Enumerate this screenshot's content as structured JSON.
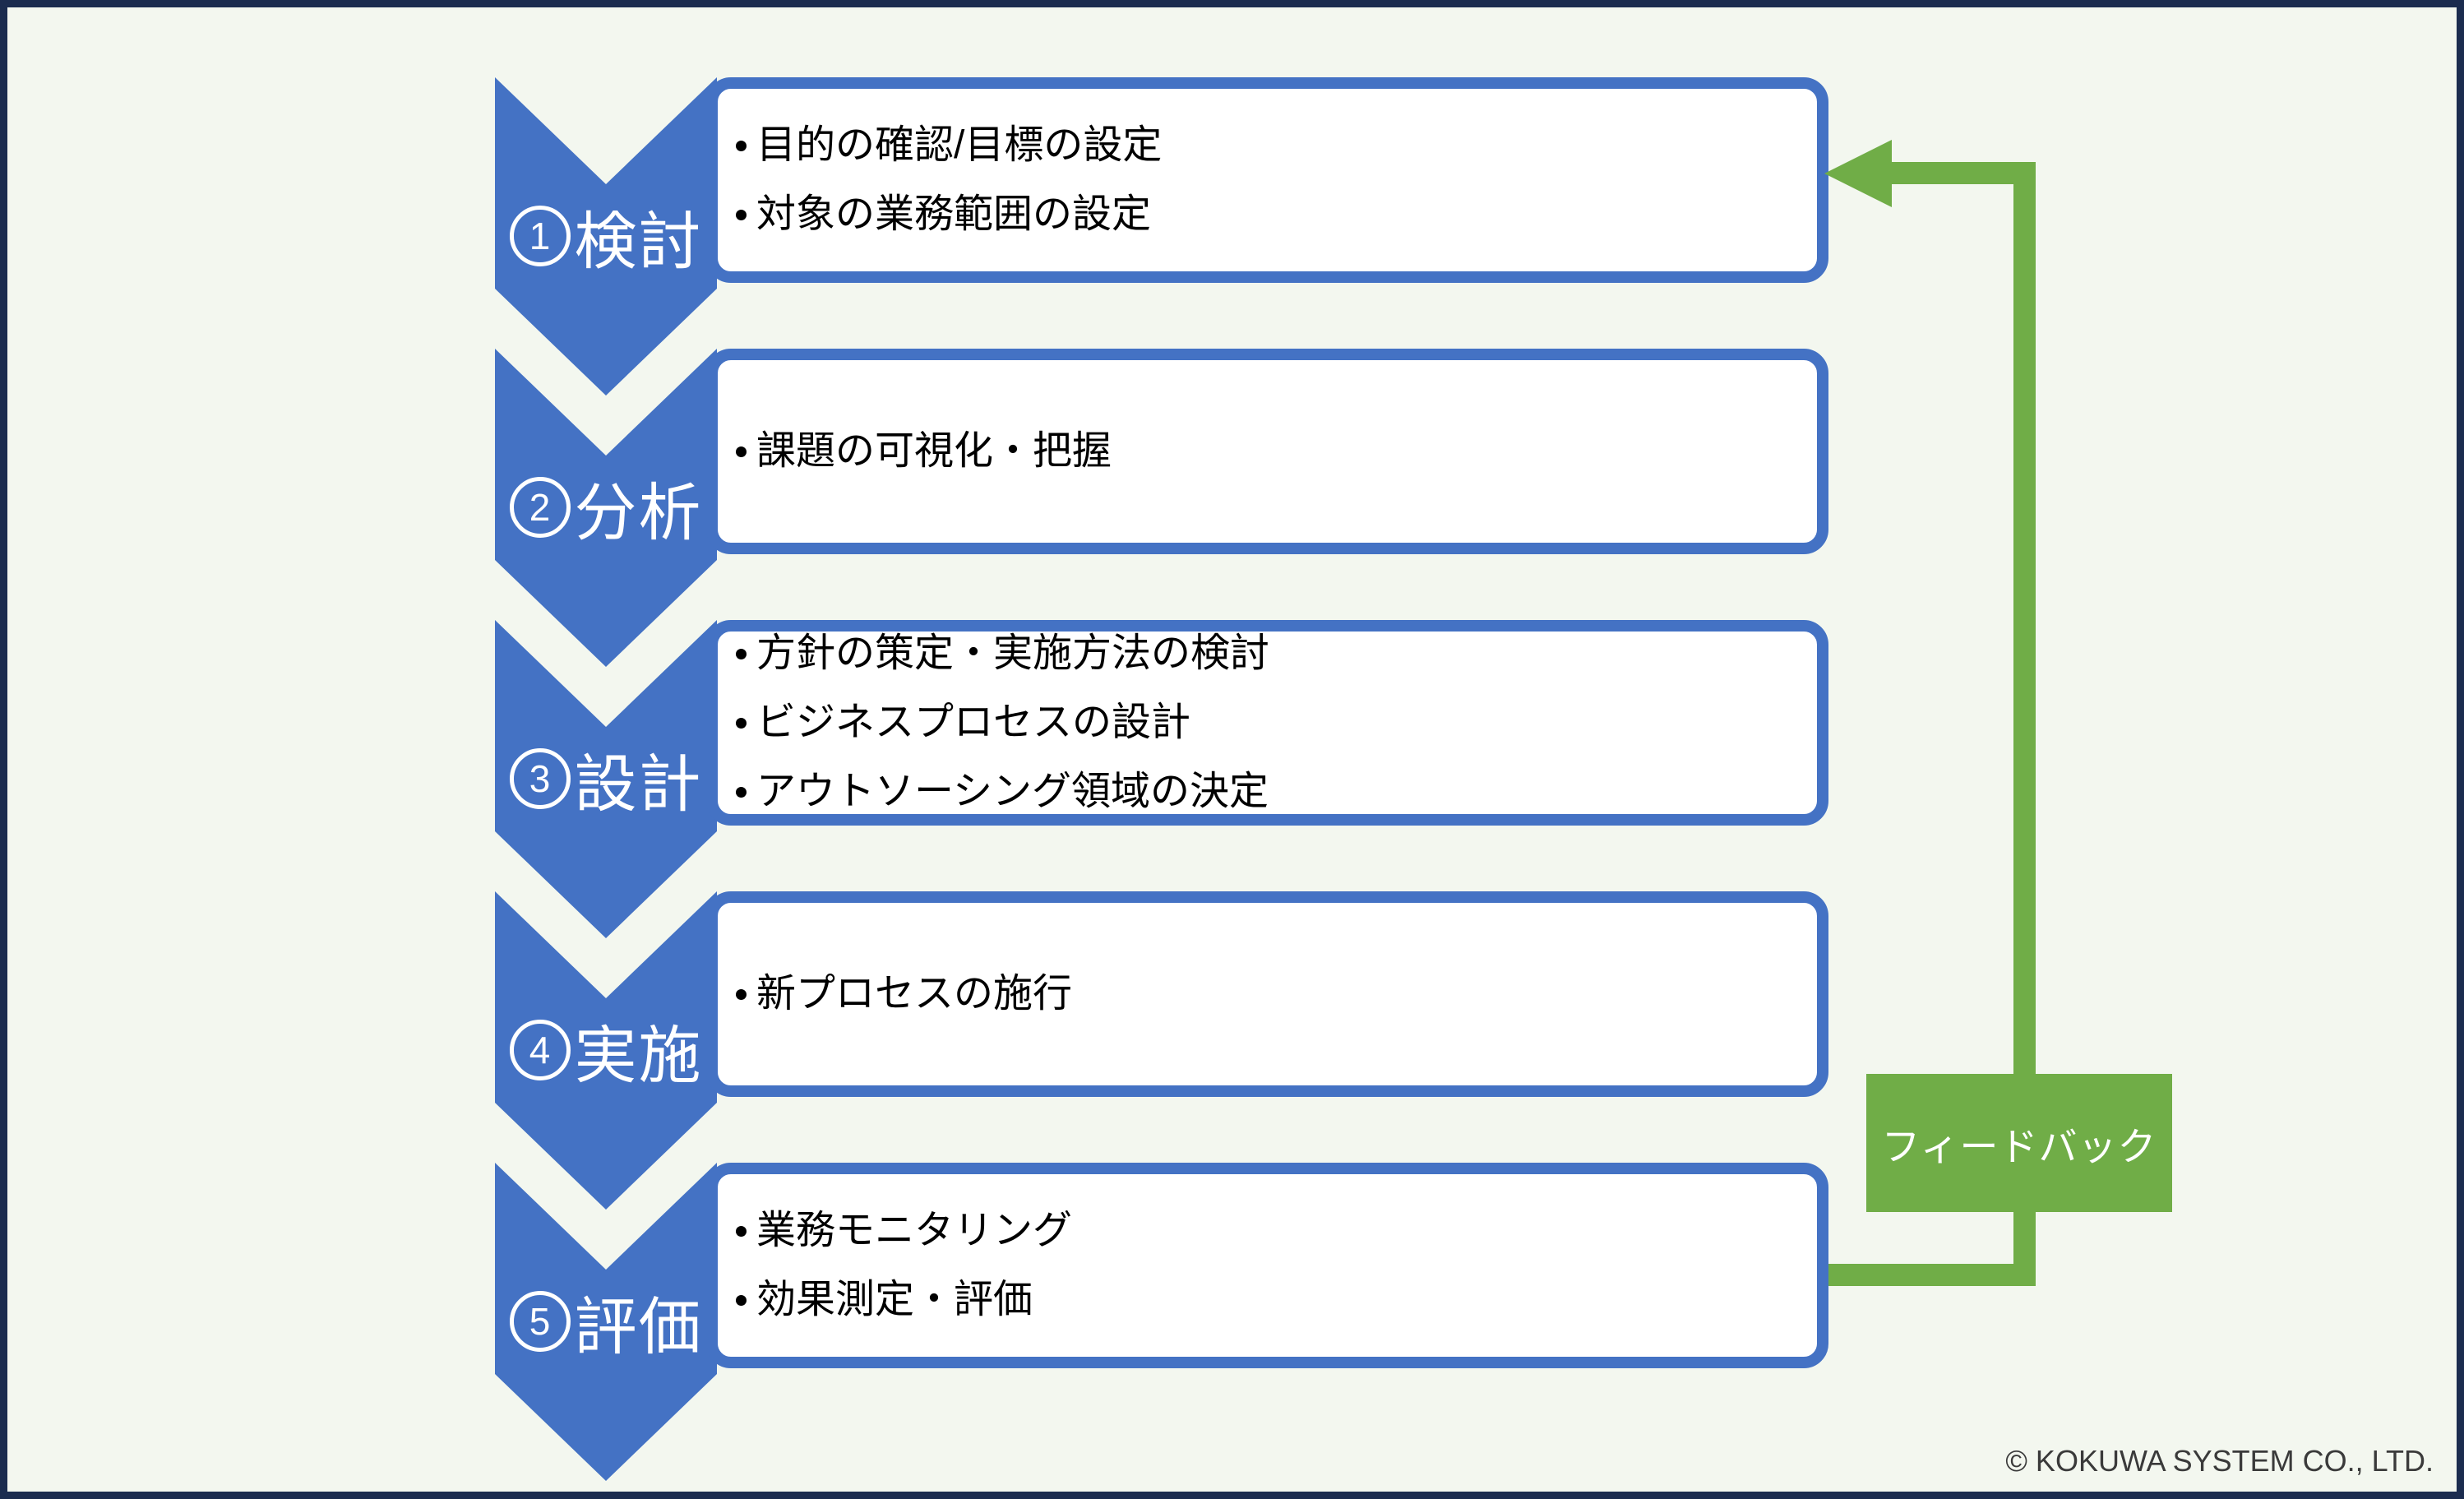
{
  "diagram": {
    "description_colors": {
      "step_blue": "#4472c4",
      "feedback_green": "#70ad47",
      "background": "#f3f7ef",
      "frame_border_navy": "#1b2c4f",
      "box_fill": "#ffffff",
      "bullet_text": "#000000",
      "copyright_text": "#3a3a3a"
    }
  },
  "steps": [
    {
      "number": "1",
      "title": "検討",
      "bullets": [
        "目的の確認/目標の設定",
        "対象の業務範囲の設定"
      ]
    },
    {
      "number": "2",
      "title": "分析",
      "bullets": [
        "課題の可視化・把握"
      ]
    },
    {
      "number": "3",
      "title": "設計",
      "bullets": [
        "方針の策定・実施方法の検討",
        "ビジネスプロセスの設計",
        "アウトソーシング領域の決定"
      ]
    },
    {
      "number": "4",
      "title": "実施",
      "bullets": [
        "新プロセスの施行"
      ]
    },
    {
      "number": "5",
      "title": "評価",
      "bullets": [
        "業務モニタリング",
        "効果測定・評価"
      ]
    }
  ],
  "feedback": {
    "label": "フィードバック"
  },
  "footer": {
    "copyright": "© KOKUWA SYSTEM CO., LTD."
  }
}
